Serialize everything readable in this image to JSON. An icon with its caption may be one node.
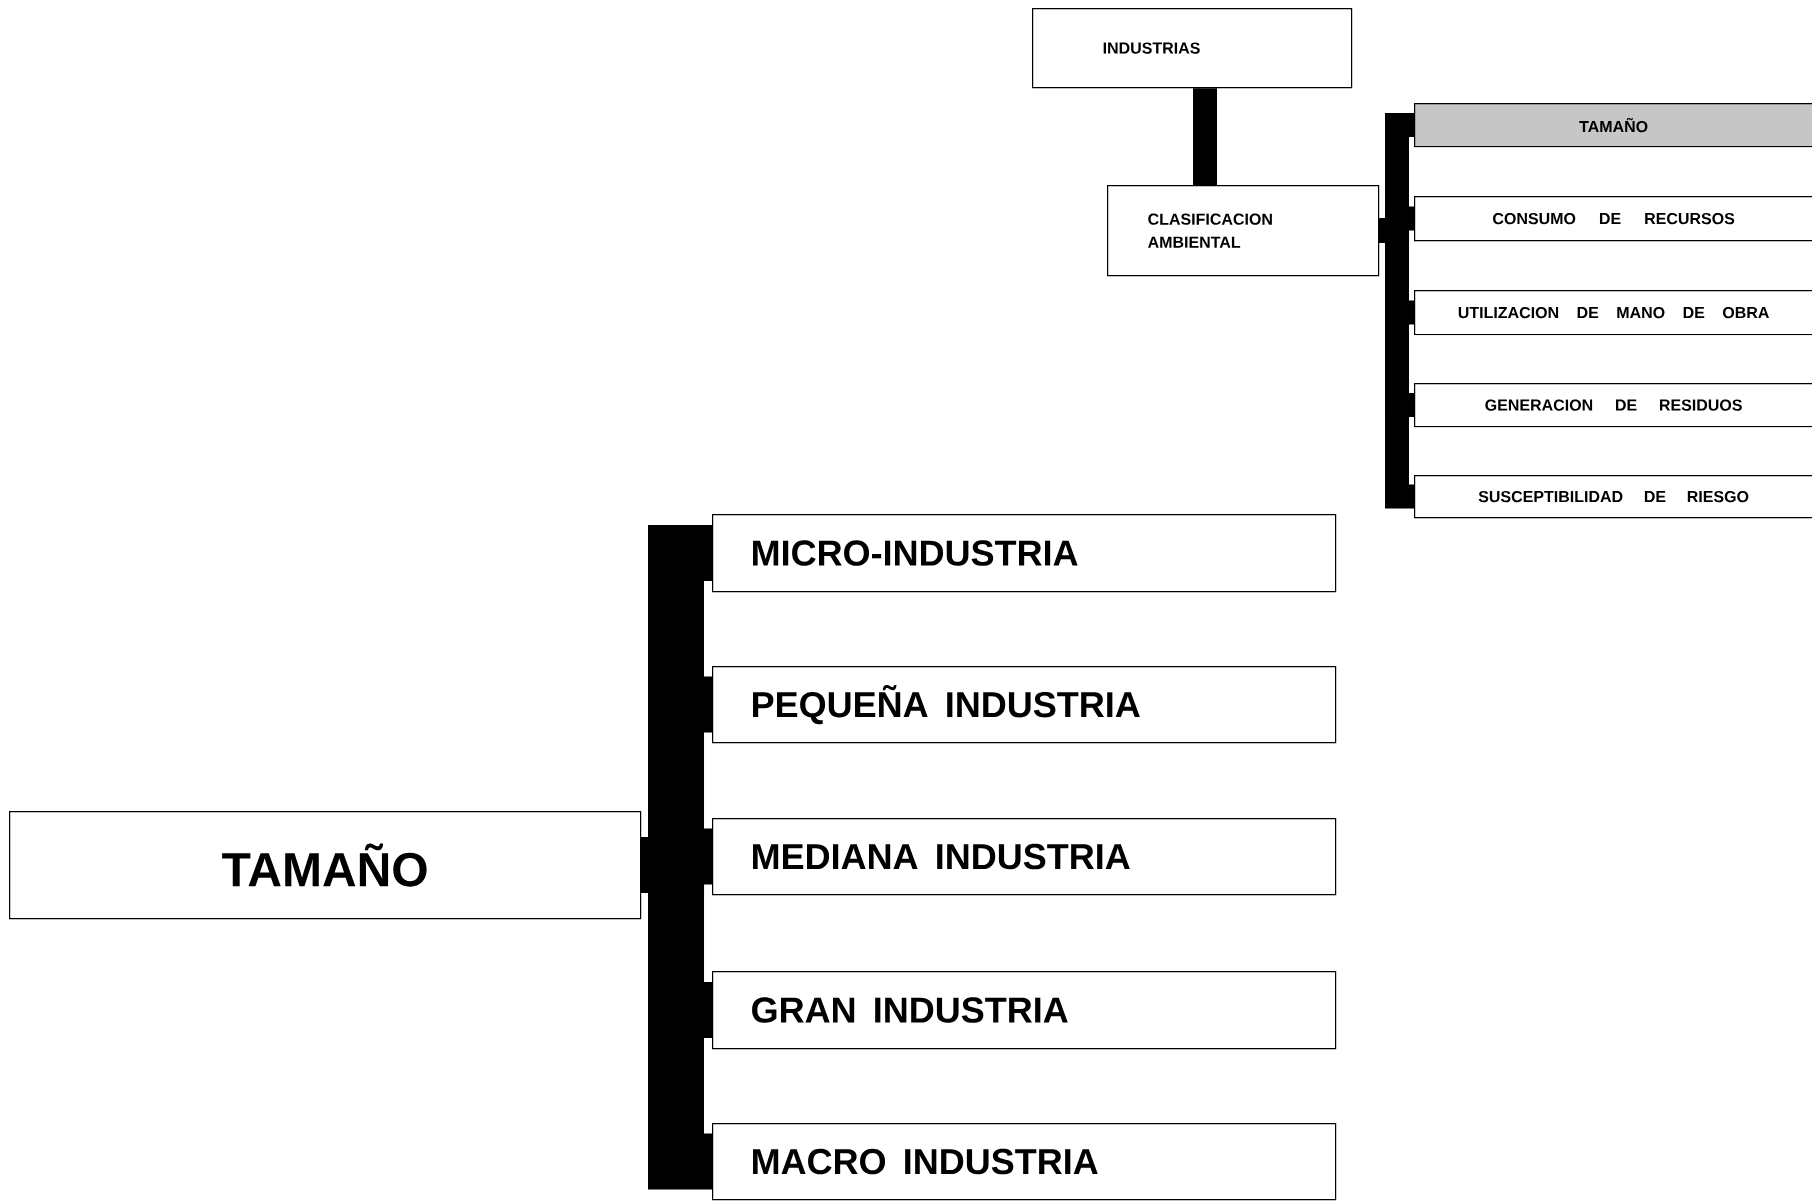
{
  "diagram": {
    "nodes": [
      {
        "text": [
          "INDUSTRIAS"
        ]
      },
      {
        "text": [
          "CLASIFICACION AMBIENTAL"
        ]
      },
      {
        "text": [
          "TAMAÑO"
        ]
      },
      {
        "text": [
          "CONSUMO DE RECURSOS"
        ]
      },
      {
        "text": [
          "UTILIZACION DE MANO DE OBRA"
        ]
      },
      {
        "text": [
          "GENERACION DE RESIDUOS"
        ]
      },
      {
        "text": [
          "SUSCEPTIBILIDAD DE RIESGO"
        ]
      },
      {
        "text": [
          "TAMAÑO"
        ]
      },
      {
        "text": [
          "MICRO-INDUSTRIA"
        ]
      },
      {
        "text": [
          "PEQUEÑA INDUSTRIA"
        ]
      },
      {
        "text": [
          "MEDIANA INDUSTRIA"
        ]
      },
      {
        "text": [
          "GRAN INDUSTRIA"
        ]
      },
      {
        "text": [
          "MACRO INDUSTRIA"
        ]
      }
    ],
    "edges": [
      {
        "from": 0,
        "to": 1,
        "arrow": "none"
      },
      {
        "from": 1,
        "to": 2,
        "arrow": "none"
      },
      {
        "from": 1,
        "to": 3,
        "arrow": "none"
      },
      {
        "from": 1,
        "to": 4,
        "arrow": "none"
      },
      {
        "from": 1,
        "to": 5,
        "arrow": "none"
      },
      {
        "from": 1,
        "to": 6,
        "arrow": "none"
      },
      {
        "from": 7,
        "to": 8,
        "arrow": "none",
        "style": "thick"
      },
      {
        "from": 7,
        "to": 9,
        "arrow": "none",
        "style": "thick"
      },
      {
        "from": 7,
        "to": 10,
        "arrow": "none",
        "style": "thick"
      },
      {
        "from": 7,
        "to": 11,
        "arrow": "none",
        "style": "thick"
      },
      {
        "from": 7,
        "to": 12,
        "arrow": "none",
        "style": "thick"
      }
    ]
  }
}
